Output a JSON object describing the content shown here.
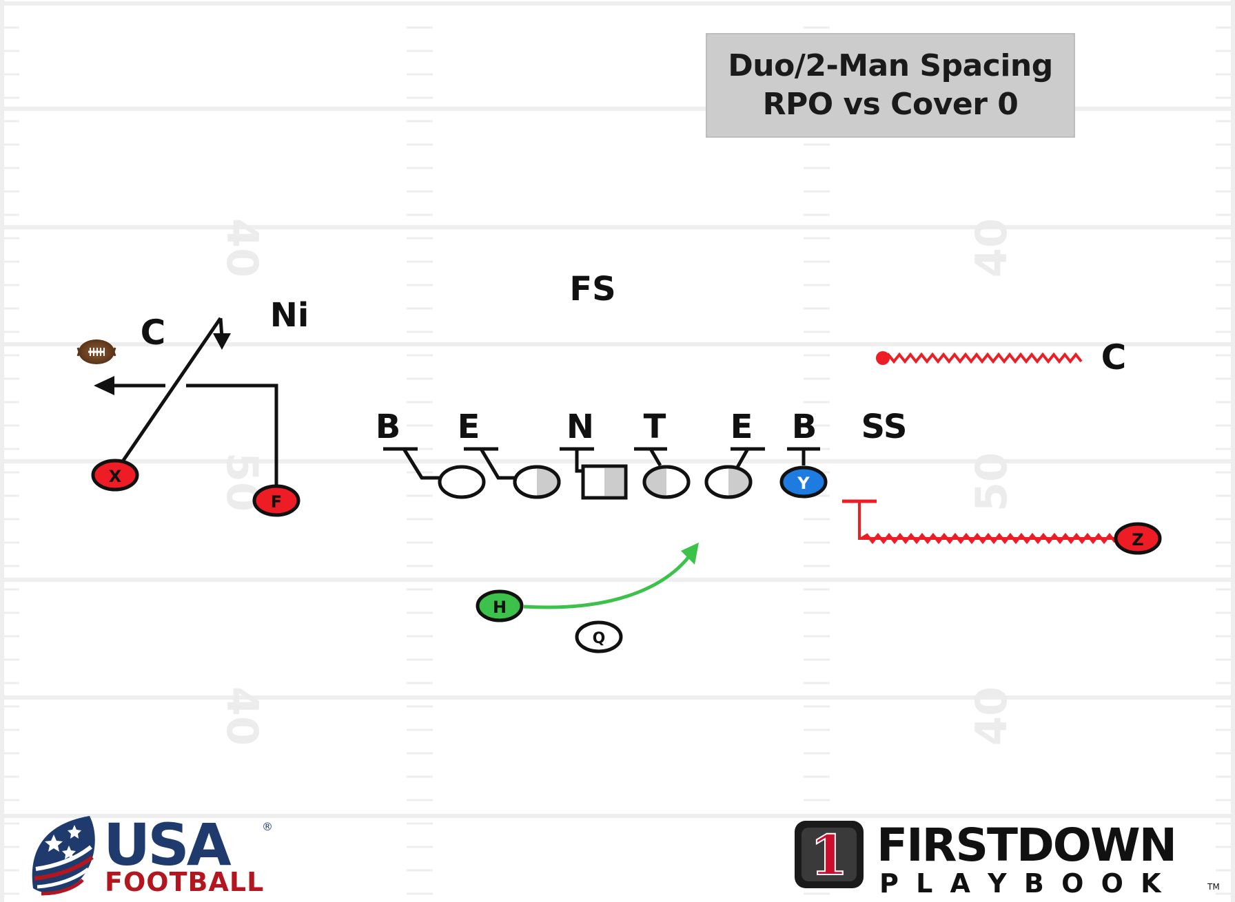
{
  "title": {
    "line1": "Duo/2-Man Spacing",
    "line2": "RPO vs Cover 0"
  },
  "yard_numbers": {
    "top_left": "40",
    "top_right": "40",
    "mid_left": "50",
    "mid_right": "50",
    "bottom_left": "40",
    "bottom_right": "40"
  },
  "defense": {
    "fs": "FS",
    "ni": "Ni",
    "c_left": "C",
    "c_right": "C",
    "ss": "SS",
    "b1": "B",
    "e1": "E",
    "n": "N",
    "t": "T",
    "e2": "E",
    "b2": "B"
  },
  "offense": {
    "x": "X",
    "f": "F",
    "y": "Y",
    "z": "Z",
    "h": "H",
    "q": "Q"
  },
  "logos": {
    "usa_word": "USA",
    "usa_registered": "®",
    "usa_football": "FOOTBALL",
    "fd_number": "1",
    "fd_word": "FIRSTDOWN",
    "fd_playbook": "P L A Y B O O K",
    "fd_tm": "TM"
  },
  "colors": {
    "red": "#ee1c24",
    "blue": "#1e7be0",
    "green": "#3cc24a",
    "gray_fill": "#cccccc",
    "navy": "#1f3b6e",
    "dark_red": "#b3161e"
  }
}
